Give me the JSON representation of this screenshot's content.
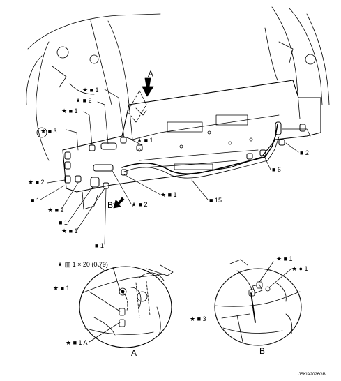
{
  "callouts": {
    "top_1": "★ ■ 1",
    "top_2": "★ ■ 2",
    "top_1b": "★ ■ 1",
    "top_3": "★ ■ 3",
    "mid_1": "★ ■ 1",
    "left_2": "★ ■ 2",
    "left_1": "■ 1",
    "left_2b": "★ ■ 2",
    "left_1b": "■ 1",
    "left_1c": "★ ■ 1",
    "bot_1": "■ 1",
    "center_1": "★ ■ 1",
    "center_2": "★ ■ 2",
    "item_15": "■ 15",
    "item_6": "■ 6",
    "item_2": "■ 2",
    "detA_tape": "★ ▥ 1 × 20 (0.79)",
    "detA_1": "★ ■ 1",
    "detA_1A": "★ ■ 1 A",
    "detB_1": "★ ■ 1",
    "detB_circle1": "★ ● 1",
    "detB_3": "★ ■ 3"
  },
  "view_labels": {
    "a_top": "A",
    "b_mid": "B",
    "a_detail": "A",
    "b_detail": "B"
  },
  "code": "JSKIA2026GB"
}
